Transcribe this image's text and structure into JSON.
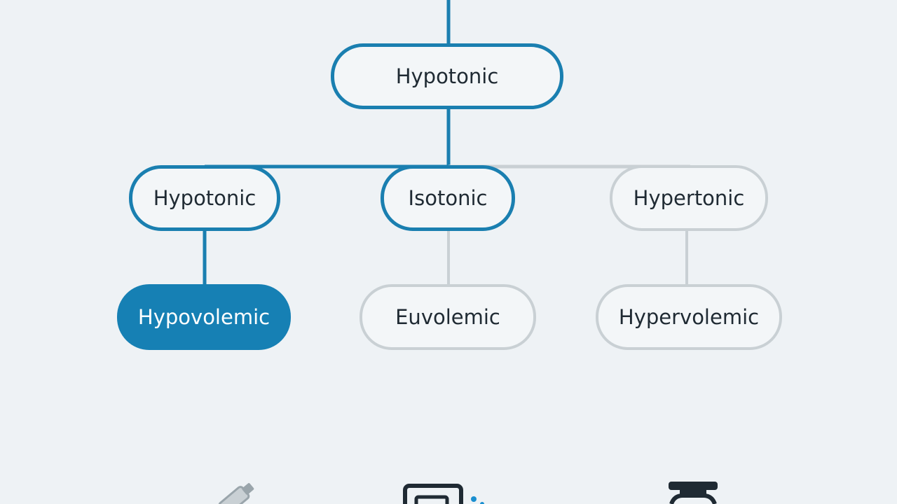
{
  "diagram": {
    "root": {
      "label": "Hypotonic"
    },
    "level1": [
      {
        "label": "Hypotonic"
      },
      {
        "label": "Isotonic"
      },
      {
        "label": "Hypertonic"
      }
    ],
    "level2": [
      {
        "label": "Hypovolemic"
      },
      {
        "label": "Euvolemic"
      },
      {
        "label": "Hypervolemic"
      }
    ],
    "icons": [
      "syringe-icon",
      "monitor-icon",
      "bottle-icon"
    ]
  },
  "colors": {
    "primary": "#1680b4",
    "outline_active": "#1a7fb0",
    "outline_muted": "#c9d0d4",
    "background": "#eef2f5",
    "text": "#1f2a33"
  }
}
